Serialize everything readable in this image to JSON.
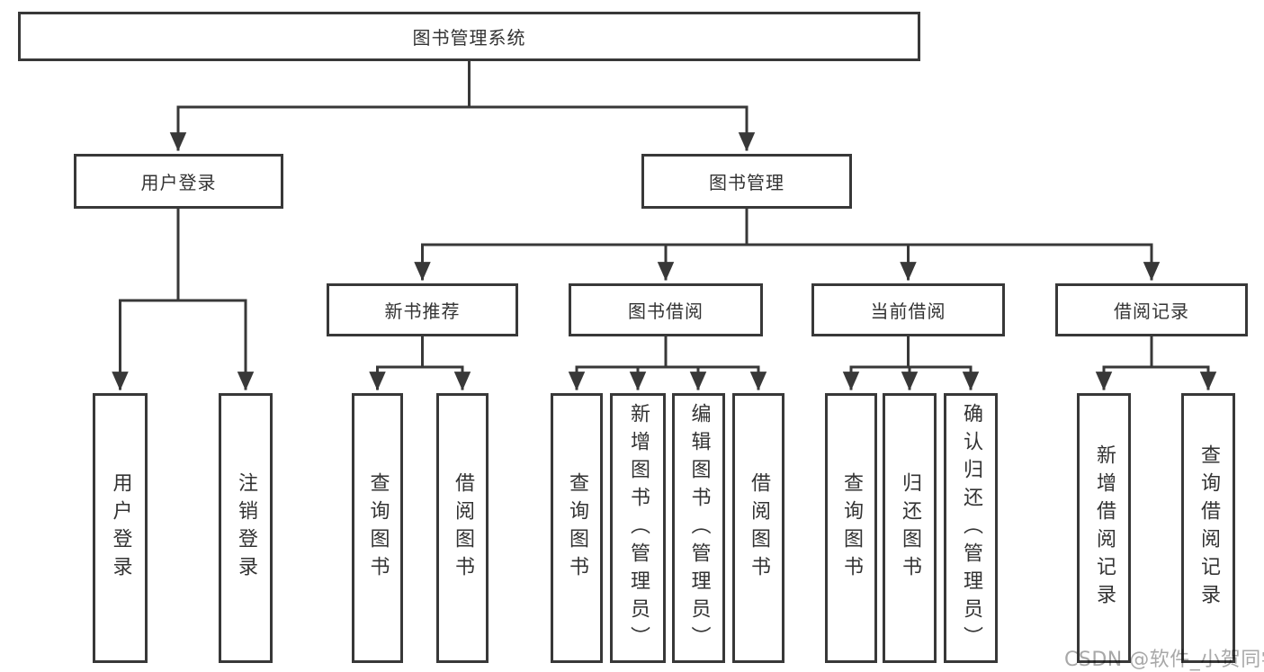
{
  "tree": {
    "root": "图书管理系统",
    "branches": [
      {
        "label": "用户登录",
        "leaves": [
          "用户登录",
          "注销登录"
        ]
      },
      {
        "label": "图书管理",
        "sub": [
          {
            "label": "新书推荐",
            "leaves": [
              "查询图书",
              "借阅图书"
            ]
          },
          {
            "label": "图书借阅",
            "leaves": [
              "查询图书",
              "新增图书（管理员）",
              "编辑图书（管理员）",
              "借阅图书"
            ]
          },
          {
            "label": "当前借阅",
            "leaves": [
              "查询图书",
              "归还图书",
              "确认归还（管理员）"
            ]
          },
          {
            "label": "借阅记录",
            "leaves": [
              "新增借阅记录",
              "查询借阅记录"
            ]
          }
        ]
      }
    ]
  },
  "watermark": "CSDN @软件_小贺同学",
  "colors": {
    "line": "#383838",
    "text": "#333333",
    "box_bg": "#ffffff",
    "watermark": "#a8a8a8"
  }
}
